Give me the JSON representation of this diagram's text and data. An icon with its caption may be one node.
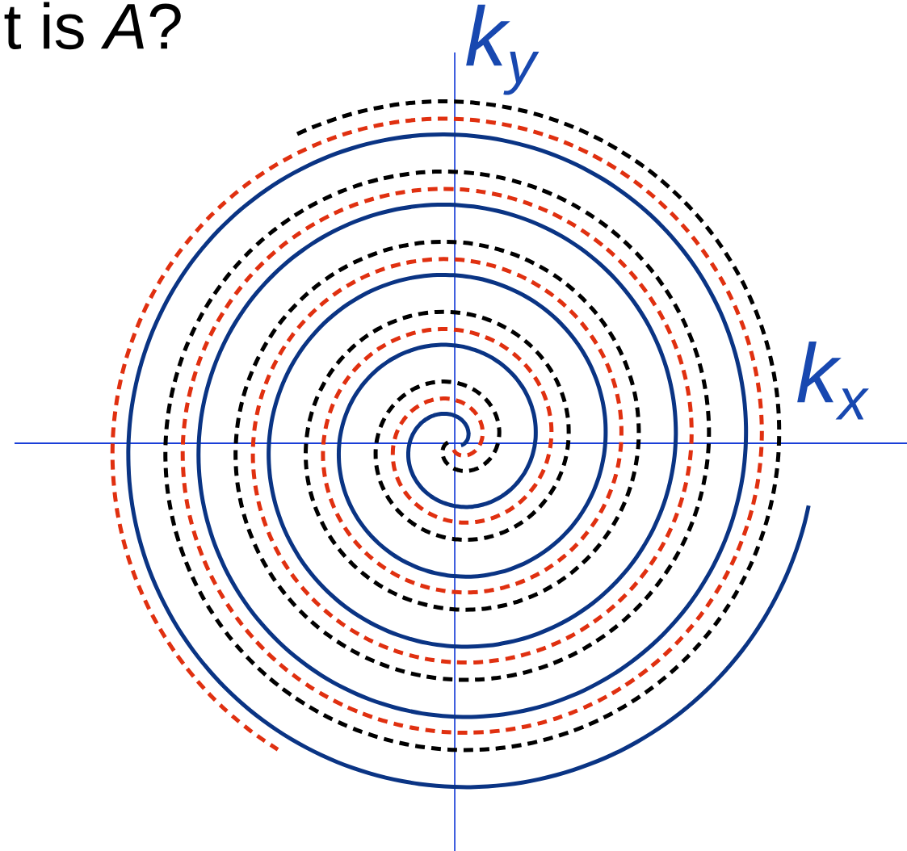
{
  "diagram": {
    "labels": [
      "t is *A*?",
      "k$_{y}$",
      "k$_{x}$"
    ]
  }
}
